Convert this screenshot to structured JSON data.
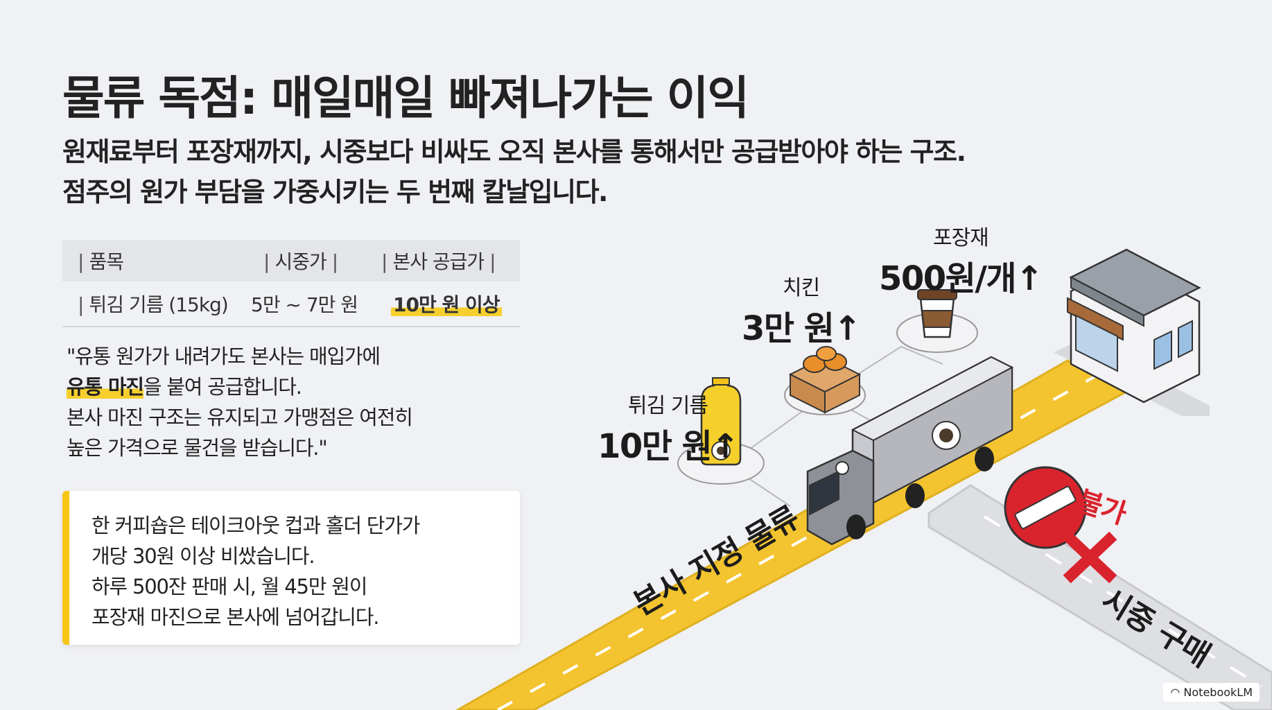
{
  "title": "물류 독점: 매일매일 빠져나가는 이익",
  "subtitle": [
    "원재료부터 포장재까지, 시중보다 비싸도 오직 본사를 통해서만 공급받아야 하는 구조.",
    "점주의 원가 부담을 가중시키는 두 번째 칼날입니다."
  ],
  "table": {
    "headers": [
      "품목",
      "시중가",
      "본사 공급가"
    ],
    "rows": [
      {
        "item": "튀김 기름 (15kg)",
        "market": "5만 ~ 7만 원",
        "hq": "10만 원 이상"
      }
    ]
  },
  "quote": {
    "line1": "\"유통 원가가 내려가도 본사는 매입가에",
    "highlight": "유통 마진",
    "line2_rest": "을 붙여 공급합니다.",
    "line3": "본사 마진 구조는 유지되고 가맹점은 여전히",
    "line4": "높은 가격으로 물건을 받습니다.\""
  },
  "card": {
    "lines": [
      "한 커피숍은 테이크아웃 컵과 홀더 단가가",
      "개당 30원 이상 비쌌습니다.",
      "하루 500잔 판매 시, 월 45만 원이",
      "포장재 마진으로 본사에 넘어갑니다."
    ]
  },
  "illustration": {
    "items": [
      {
        "name": "튀김 기름",
        "price": "10만 원↑"
      },
      {
        "name": "치킨",
        "price": "3만 원↑"
      },
      {
        "name": "포장재",
        "price": "500원/개↑"
      }
    ],
    "main_road": "본사 지정 물류",
    "side_road": "시중 구매",
    "blocked": "불가"
  },
  "colors": {
    "accent": "#f5c518",
    "road_yellow": "#f4c430",
    "blocked_red": "#d9232d"
  },
  "branding": "NotebookLM"
}
